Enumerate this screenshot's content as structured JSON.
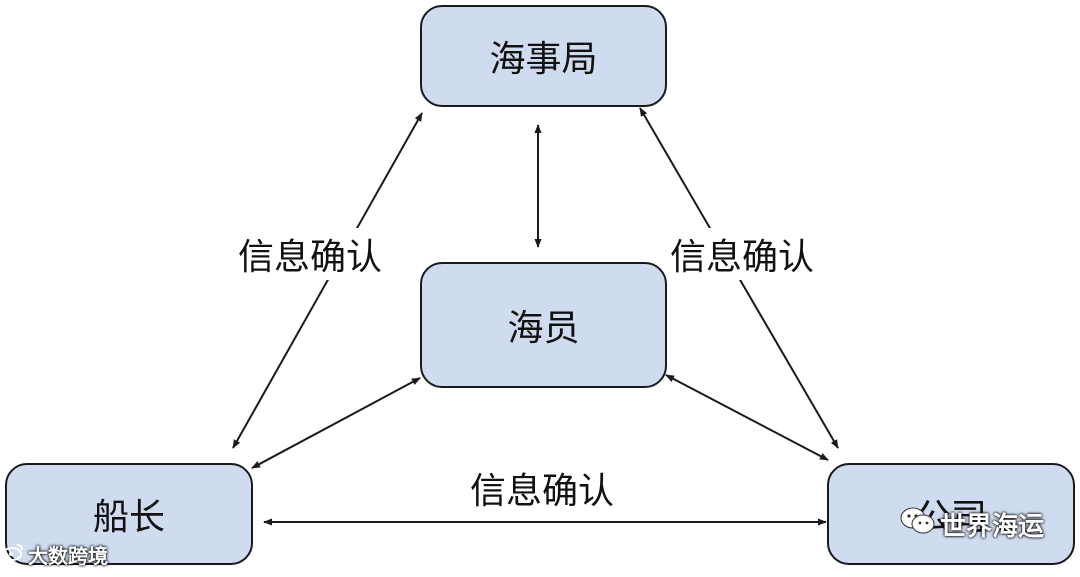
{
  "nodes": {
    "msa": "海事局",
    "seafarer": "海员",
    "captain": "船长",
    "company": "公司"
  },
  "edge_labels": {
    "captain_msa": "信息确认",
    "company_msa": "信息确认",
    "captain_company": "信息确认"
  },
  "watermarks": {
    "left": "大数跨境",
    "right": "世界海运"
  },
  "colors": {
    "node_fill": "#cfdcf0",
    "stroke": "#1a1a1a"
  }
}
